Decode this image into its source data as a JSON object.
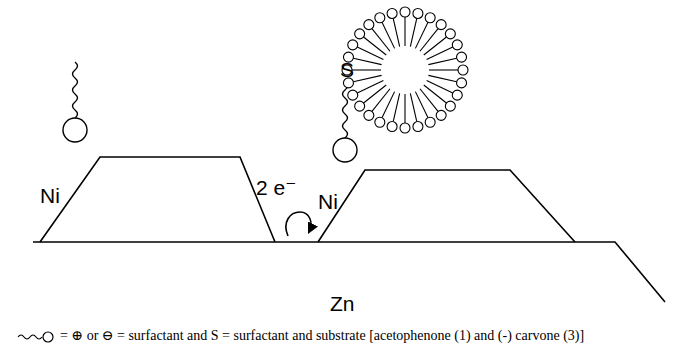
{
  "diagram": {
    "caption": "= ⊕ or ⊖ = surfactant and S = surfactant and substrate [acetophenone (1) and (-) carvone (3)]",
    "nodes": [
      {
        "text": [
          "S"
        ]
      },
      {
        "text": [
          "Ni"
        ]
      },
      {
        "text": [
          "Ni"
        ]
      }
    ],
    "labels": [
      "2 e⁻",
      "Zn"
    ]
  }
}
